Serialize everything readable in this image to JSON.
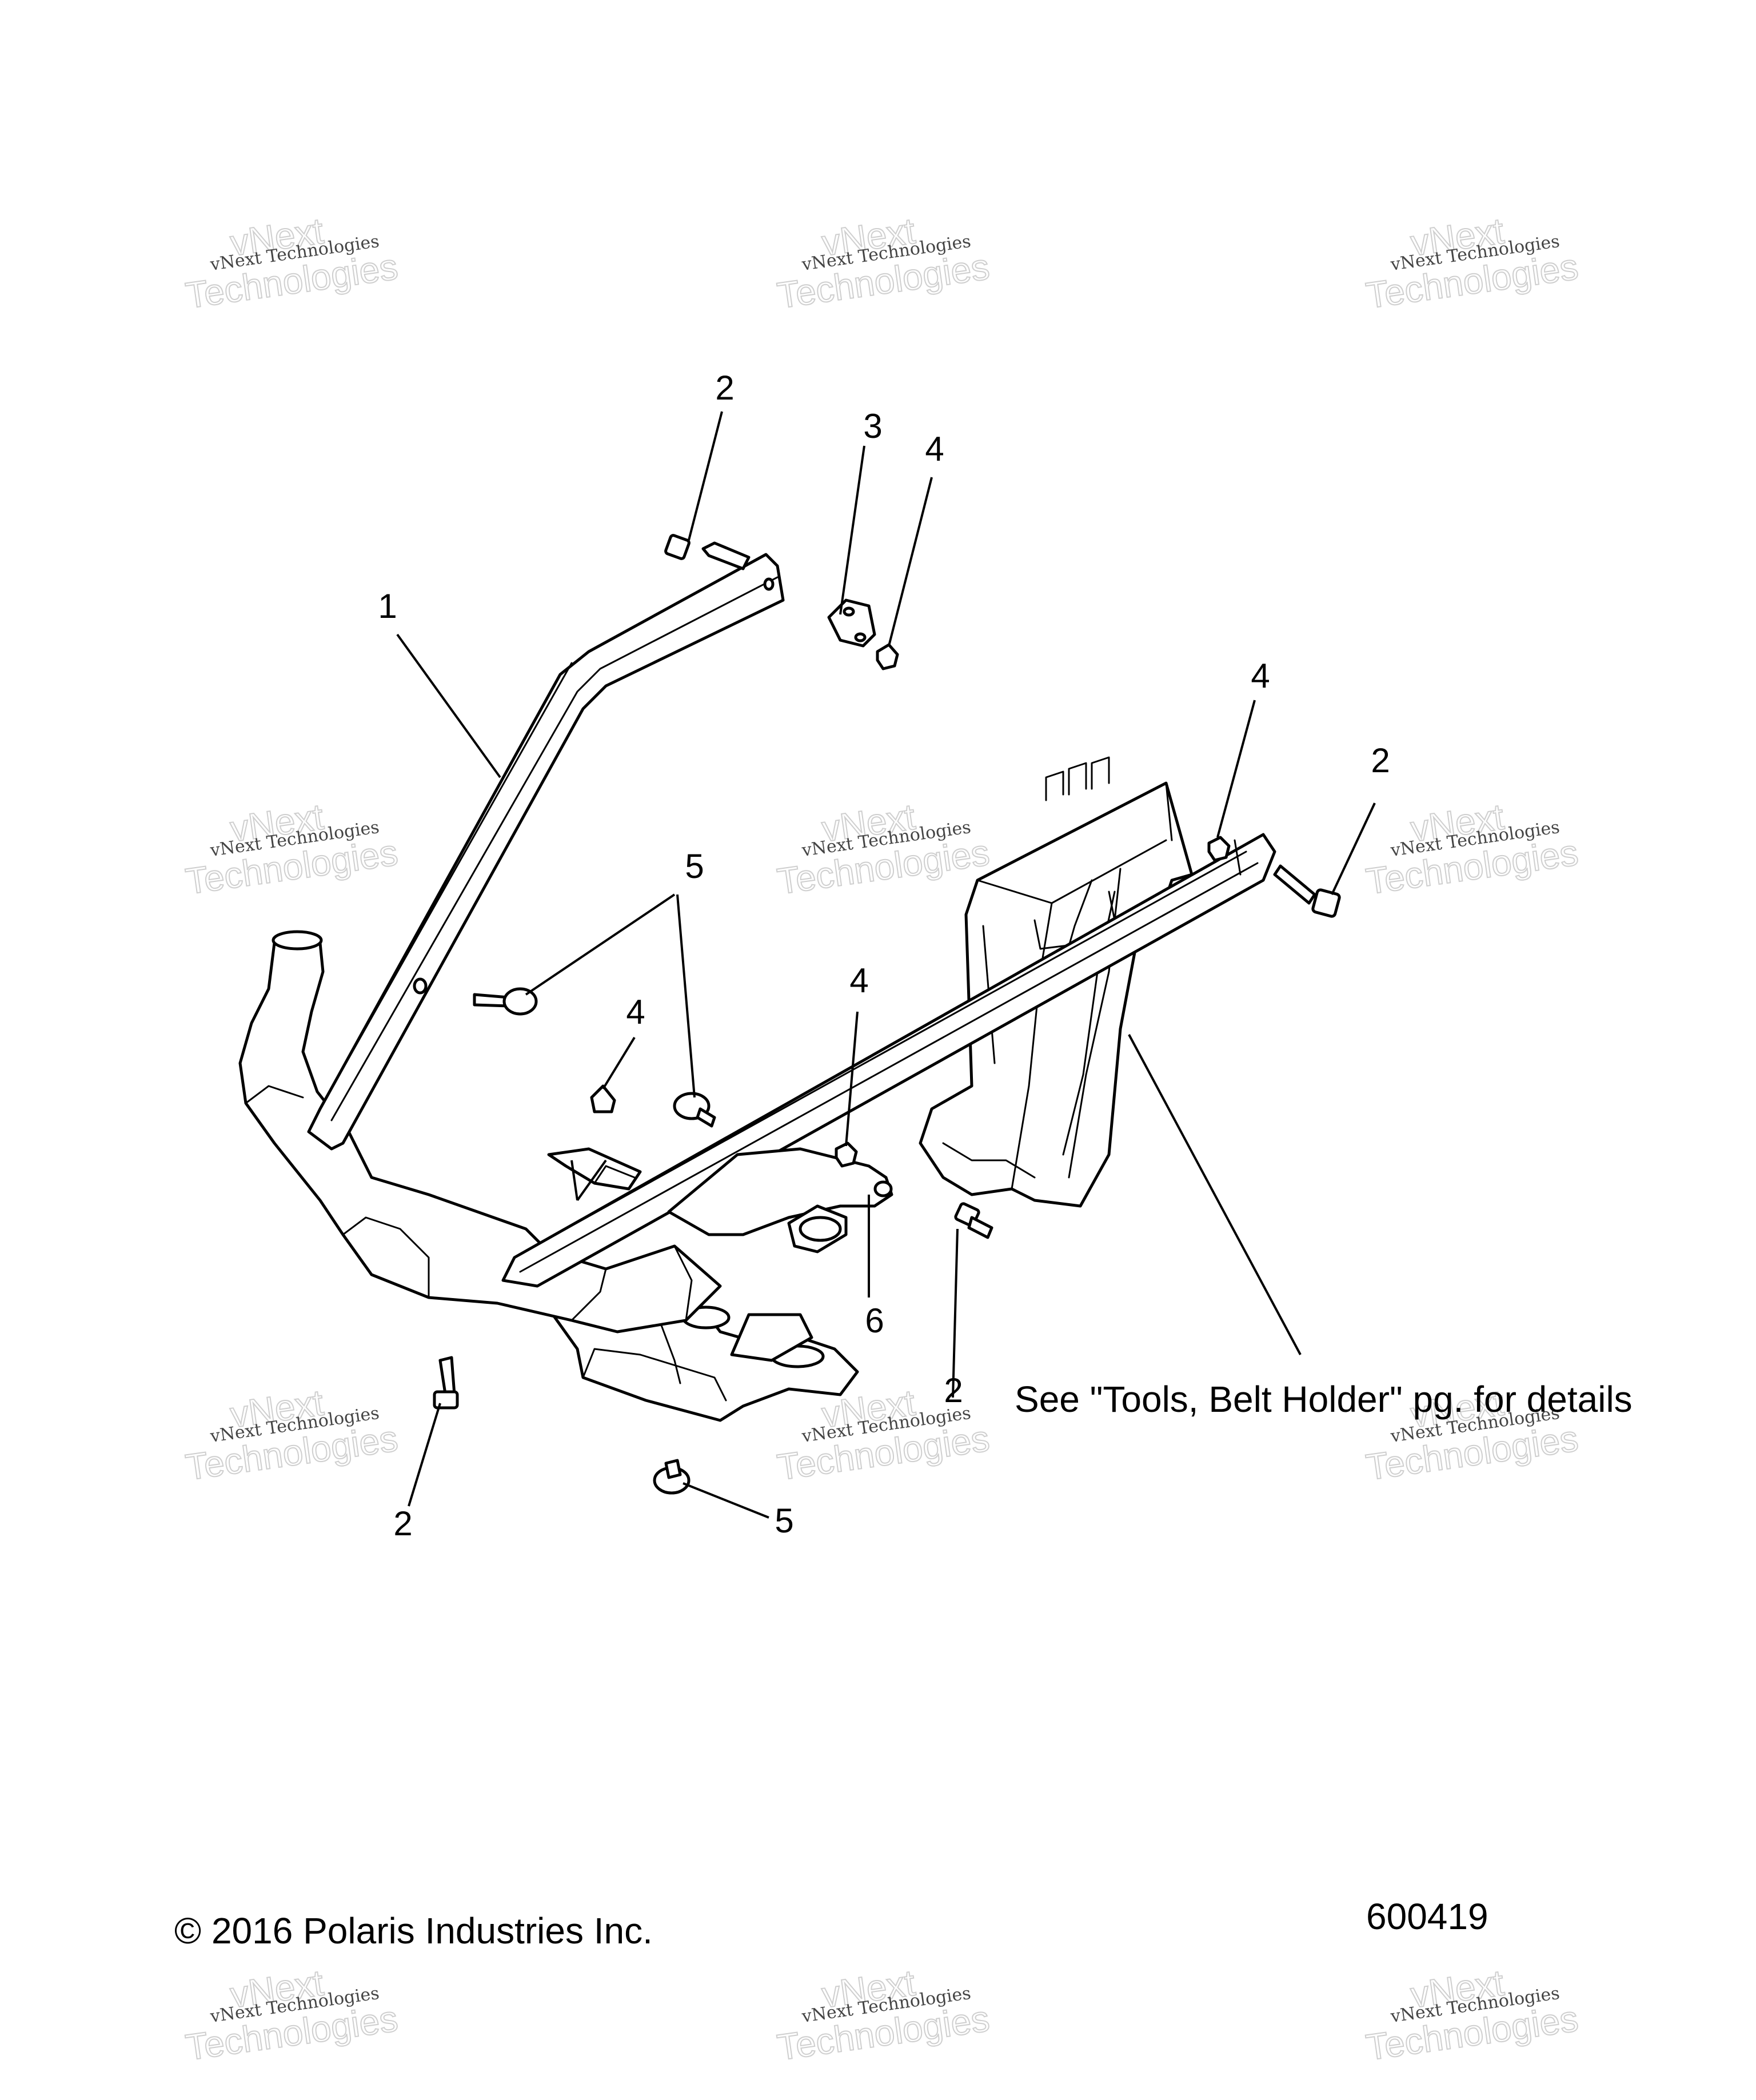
{
  "watermark": {
    "brand": "vNext",
    "line1": "vNext Technologies",
    "line2": "Technologies"
  },
  "callouts": {
    "c1": "1",
    "c2a": "2",
    "c2b": "2",
    "c2c": "2",
    "c2d": "2",
    "c3": "3",
    "c4a": "4",
    "c4b": "4",
    "c4c": "4",
    "c4d": "4",
    "c5a": "5",
    "c5b": "5",
    "c6": "6"
  },
  "note": "See \"Tools, Belt Holder\" pg. for details",
  "footer": {
    "copyright": "© 2016 Polaris Industries Inc.",
    "figure_number": "600419"
  }
}
